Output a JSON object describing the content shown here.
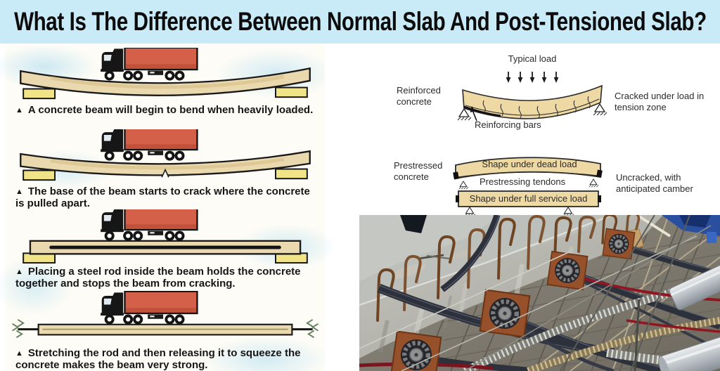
{
  "title": {
    "text": "What Is The Difference Between Normal Slab And Post-Tensioned Slab?"
  },
  "colors": {
    "title_bg": "#c9eaf7",
    "beam_tan": "#ead8ae",
    "diagram_beam_tan": "#eed9a4",
    "truck_trailer_red": "#d4604a",
    "support_yellow": "#f1e388"
  },
  "cartoon": {
    "panels": [
      {
        "marker": "▲",
        "caption": "A concrete beam will begin to bend when heavily loaded."
      },
      {
        "marker": "▲",
        "caption": "The base of the beam starts to crack where the concrete is pulled apart."
      },
      {
        "marker": "▲",
        "caption": "Placing a steel rod inside the beam holds the concrete together and stops the beam from cracking."
      },
      {
        "marker": "▲",
        "caption": "Stretching the rod and then releasing it to squeeze the concrete makes the beam very strong."
      }
    ]
  },
  "diagram": {
    "typical_load": "Typical load",
    "reinforced_concrete": "Reinforced concrete",
    "cracked": "Cracked under load in tension zone",
    "reinforcing_bars": "Reinforcing bars",
    "prestressed_concrete": "Prestressed concrete",
    "shape_dead_load": "Shape under dead load",
    "prestressing_tendons": "Prestressing tendons",
    "shape_full_service": "Shape under full service load",
    "uncracked": "Uncracked, with anticipated camber"
  }
}
